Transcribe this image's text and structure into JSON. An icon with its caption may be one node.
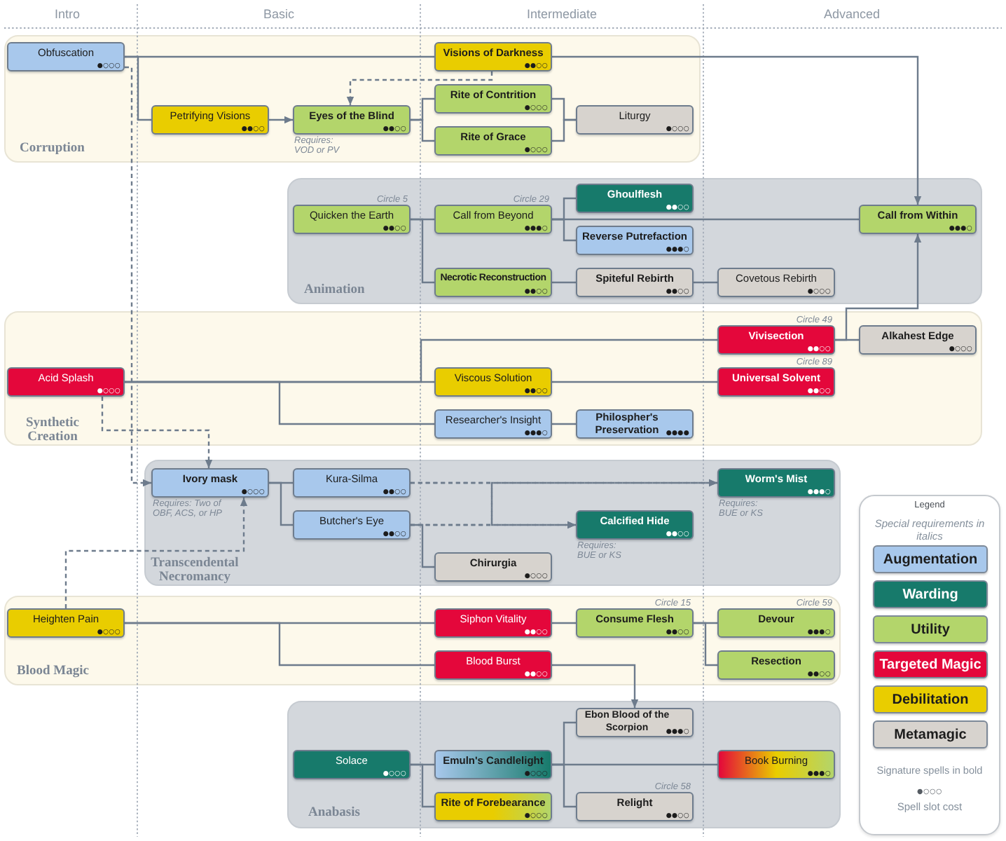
{
  "diagram": {
    "nodes": [
      {
        "text": [
          "Corruption"
        ]
      },
      {
        "text": [
          "Obfuscation",
          "●○○○"
        ],
        "in": 0
      },
      {
        "text": [
          "Visions of Darkness",
          "●●○○"
        ],
        "in": 0
      },
      {
        "text": [
          "Petrifying Visions",
          "●●○○"
        ],
        "in": 0
      },
      {
        "text": [
          "Eyes of the Blind",
          "●●○○"
        ],
        "in": 0,
        "beside": [
          "Requires: VOD or PV"
        ]
      },
      {
        "text": [
          "Rite of Contrition",
          "●○○○"
        ],
        "in": 0
      },
      {
        "text": [
          "Rite of Grace",
          "●○○○"
        ],
        "in": 0
      },
      {
        "text": [
          "Liturgy",
          "●○○○"
        ],
        "in": 0
      },
      {
        "text": [
          "Animation"
        ]
      },
      {
        "text": [
          "Quicken the Earth",
          "●●○○"
        ],
        "in": 8,
        "beside": [
          "Circle 5"
        ]
      },
      {
        "text": [
          "Call from Beyond",
          "●●●○"
        ],
        "in": 8,
        "beside": [
          "Circle 29"
        ]
      },
      {
        "text": [
          "Ghoulflesh",
          "●●○○"
        ],
        "in": 8
      },
      {
        "text": [
          "Reverse Putrefaction",
          "●●●○"
        ],
        "in": 8
      },
      {
        "text": [
          "Call from Within",
          "●●●○"
        ],
        "in": 8
      },
      {
        "text": [
          "Necrotic Reconstruction",
          "●●○○"
        ],
        "in": 8
      },
      {
        "text": [
          "Spiteful Rebirth",
          "●●○○"
        ],
        "in": 8
      },
      {
        "text": [
          "Covetous Rebirth",
          "●○○○"
        ],
        "in": 8
      },
      {
        "text": [
          "Synthetic Creation"
        ]
      },
      {
        "text": [
          "Vivisection",
          "●●○○"
        ],
        "in": 17,
        "beside": [
          "Circle 49"
        ]
      },
      {
        "text": [
          "Alkahest Edge",
          "●○○○"
        ],
        "in": 17
      },
      {
        "text": [
          "Acid Splash",
          "●○○○"
        ],
        "in": 17
      },
      {
        "text": [
          "Viscous Solution",
          "●●○○"
        ],
        "in": 17
      },
      {
        "text": [
          "Universal Solvent",
          "●●○○"
        ],
        "in": 17,
        "beside": [
          "Circle 89"
        ]
      },
      {
        "text": [
          "Researcher's Insight",
          "●●●○"
        ],
        "in": 17
      },
      {
        "text": [
          "Philospher's Preservation",
          "●●●●"
        ],
        "in": 17
      },
      {
        "text": [
          "Transcendental Necromancy"
        ]
      },
      {
        "text": [
          "Ivory mask",
          "●○○○"
        ],
        "in": 25,
        "beside": [
          "Requires: Two of OBF, ACS, or HP"
        ]
      },
      {
        "text": [
          "Kura-Silma",
          "●●○○"
        ],
        "in": 25
      },
      {
        "text": [
          "Worm's Mist",
          "●●●○"
        ],
        "in": 25,
        "beside": [
          "Requires: BUE or KS"
        ]
      },
      {
        "text": [
          "Butcher's Eye",
          "●●○○"
        ],
        "in": 25
      },
      {
        "text": [
          "Calcified Hide",
          "●●○○"
        ],
        "in": 25,
        "beside": [
          "Requires: BUE or KS"
        ]
      },
      {
        "text": [
          "Chirurgia",
          "●○○○"
        ],
        "in": 25
      },
      {
        "text": [
          "Blood Magic"
        ]
      },
      {
        "text": [
          "Heighten Pain",
          "●○○○"
        ],
        "in": 32
      },
      {
        "text": [
          "Siphon Vitality",
          "●●○○"
        ],
        "in": 32
      },
      {
        "text": [
          "Consume Flesh",
          "●●○○"
        ],
        "in": 32,
        "beside": [
          "Circle 15"
        ]
      },
      {
        "text": [
          "Devour",
          "●●●○"
        ],
        "in": 32,
        "beside": [
          "Circle 59"
        ]
      },
      {
        "text": [
          "Blood Burst",
          "●●○○"
        ],
        "in": 32
      },
      {
        "text": [
          "Resection",
          "●●○○"
        ],
        "in": 32
      },
      {
        "text": [
          "Anabasis"
        ]
      },
      {
        "text": [
          "Ebon Blood of the Scorpion",
          "●●●○"
        ],
        "in": 39
      },
      {
        "text": [
          "Solace",
          "●○○○"
        ],
        "in": 39
      },
      {
        "text": [
          "Emuln's Candlelight",
          "●○○○"
        ],
        "in": 39
      },
      {
        "text": [
          "Book Burning",
          "●●●○"
        ],
        "in": 39
      },
      {
        "text": [
          "Rite of Forebearance",
          "●○○○"
        ],
        "in": 39
      },
      {
        "text": [
          "Relight",
          "●●○○"
        ],
        "in": 39,
        "beside": [
          "Circle 58"
        ]
      }
    ],
    "edges": [
      {
        "from": 1,
        "to": 2,
        "arrow": "none"
      },
      {
        "from": 1,
        "to": 3,
        "arrow": "none"
      },
      {
        "from": 3,
        "to": 4,
        "arrow": "to"
      },
      {
        "from": 4,
        "to": 5,
        "arrow": "none"
      },
      {
        "from": 4,
        "to": 6,
        "arrow": "none"
      },
      {
        "from": 5,
        "to": 7,
        "arrow": "none"
      },
      {
        "from": 6,
        "to": 7,
        "arrow": "none"
      },
      {
        "from": 2,
        "to": 13,
        "arrow": "to"
      },
      {
        "from": 9,
        "to": 10,
        "arrow": "none"
      },
      {
        "from": 9,
        "to": 14,
        "arrow": "none"
      },
      {
        "from": 10,
        "to": 11,
        "arrow": "none"
      },
      {
        "from": 10,
        "to": 12,
        "arrow": "none"
      },
      {
        "from": 10,
        "to": 13,
        "arrow": "none"
      },
      {
        "from": 14,
        "to": 15,
        "arrow": "none"
      },
      {
        "from": 15,
        "to": 16,
        "arrow": "none"
      },
      {
        "from": 18,
        "to": 13,
        "arrow": "to"
      },
      {
        "from": 18,
        "to": 19,
        "arrow": "none"
      },
      {
        "from": 20,
        "to": 18,
        "arrow": "none"
      },
      {
        "from": 20,
        "to": 21,
        "arrow": "none"
      },
      {
        "from": 20,
        "to": 23,
        "arrow": "none"
      },
      {
        "from": 21,
        "to": 22,
        "arrow": "none"
      },
      {
        "from": 23,
        "to": 24,
        "arrow": "none"
      },
      {
        "from": 26,
        "to": 27,
        "arrow": "none"
      },
      {
        "from": 26,
        "to": 29,
        "arrow": "none"
      },
      {
        "from": 29,
        "to": 31,
        "arrow": "none"
      },
      {
        "from": 33,
        "to": 34,
        "arrow": "none"
      },
      {
        "from": 33,
        "to": 37,
        "arrow": "none"
      },
      {
        "from": 34,
        "to": 35,
        "arrow": "none"
      },
      {
        "from": 35,
        "to": 36,
        "arrow": "none"
      },
      {
        "from": 35,
        "to": 38,
        "arrow": "none"
      },
      {
        "from": 37,
        "to": 40,
        "arrow": "to"
      },
      {
        "from": 41,
        "to": 42,
        "arrow": "none"
      },
      {
        "from": 41,
        "to": 44,
        "arrow": "none"
      },
      {
        "from": 42,
        "to": 40,
        "arrow": "none"
      },
      {
        "from": 42,
        "to": 43,
        "arrow": "none"
      },
      {
        "from": 42,
        "to": 45,
        "arrow": "none"
      },
      {
        "from": 1,
        "to": 26,
        "arrow": "to",
        "style": "dashed"
      },
      {
        "from": 20,
        "to": 26,
        "arrow": "to",
        "style": "dashed"
      },
      {
        "from": 33,
        "to": 26,
        "arrow": "to",
        "style": "dashed"
      },
      {
        "from": 2,
        "to": 4,
        "arrow": "to",
        "style": "dashed"
      },
      {
        "from": 27,
        "to": 28,
        "arrow": "to",
        "style": "dashed"
      },
      {
        "from": 27,
        "to": 30,
        "arrow": "to",
        "style": "dashed"
      },
      {
        "from": 29,
        "to": 28,
        "arrow": "to",
        "style": "dashed"
      },
      {
        "from": 29,
        "to": 30,
        "arrow": "to",
        "style": "dashed"
      }
    ],
    "labels": [
      "Intro",
      "Basic",
      "Intermediate",
      "Advanced",
      "Legend",
      "Special requirements in italics",
      "Signature spells in bold",
      "●○○○",
      "Spell slot cost"
    ],
    "legend": [
      {
        "text": "Augmentation",
        "color": "#a8c8ec"
      },
      {
        "text": "Warding",
        "color": "#177a6b"
      },
      {
        "text": "Utility",
        "color": "#b3d56b"
      },
      {
        "text": "Targeted Magic",
        "color": "#e4073b"
      },
      {
        "text": "Debilitation",
        "color": "#e9cd00"
      },
      {
        "text": "Metamagic",
        "color": "#d7d3ce"
      }
    ]
  }
}
